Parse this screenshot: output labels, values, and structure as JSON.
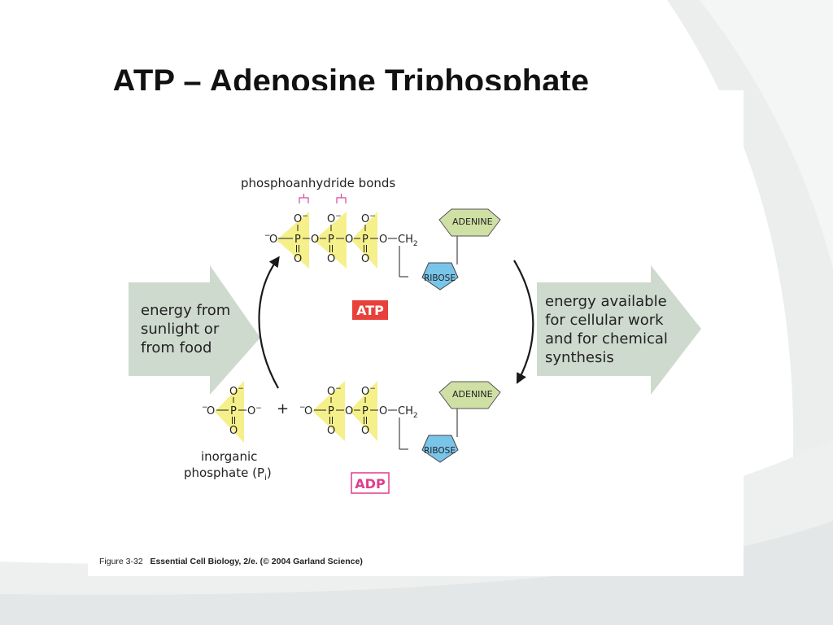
{
  "slide": {
    "title": "ATP – Adenosine Triphosphate"
  },
  "diagram": {
    "bond_label": "phosphoanhydride bonds",
    "atp_label": "ATP",
    "adp_label": "ADP",
    "adenine": "ADENINE",
    "ribose": "RIBOSE",
    "ch2": "CH",
    "ch2_sub": "2",
    "o_minus": "O",
    "minus": "−",
    "o": "O",
    "p": "P",
    "plus": "+",
    "input_arrow": [
      "energy from",
      "sunlight or",
      "from food"
    ],
    "output_arrow": [
      "energy available",
      "for cellular work",
      "and for chemical",
      "synthesis"
    ],
    "pi_label_line1": "inorganic",
    "pi_label_line2_pre": "phosphate (P",
    "pi_label_line2_sub": "i",
    "pi_label_line2_post": ")"
  },
  "caption": {
    "figure": "Figure 3-32",
    "source": "Essential Cell Biology, 2/e. (© 2004 Garland Science)"
  },
  "colors": {
    "phosphate_yellow": "#f5f08a",
    "adenine_green": "#cfe0a4",
    "ribose_blue": "#79c5ea",
    "atp_red": "#e8403a",
    "adp_pink": "#e03c8e",
    "arrow_gray": "#cfdacf"
  }
}
